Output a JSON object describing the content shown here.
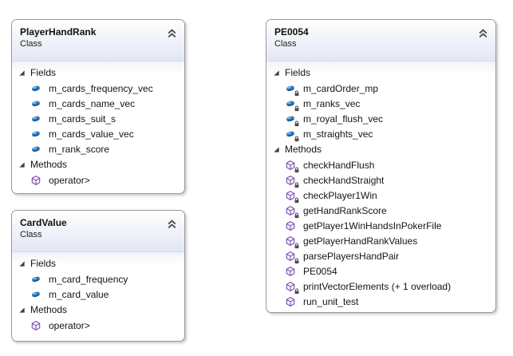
{
  "diagram": {
    "kind": "class-diagram",
    "colors": {
      "box_border": "#9a9a9a",
      "header_gradient_end": "#e2e7f4",
      "field_icon_blue": "#155a9e",
      "method_icon_purple": "#7442ac",
      "lock_gray": "#4f4f4f",
      "text": "#141414"
    },
    "classes": [
      {
        "title": "PlayerHandRank",
        "subtitle": "Class",
        "collapse_icon": "collapse-chevron-icon",
        "sections": [
          {
            "label": "Fields",
            "items": [
              {
                "label": "m_cards_frequency_vec",
                "kind": "field",
                "private": false
              },
              {
                "label": "m_cards_name_vec",
                "kind": "field",
                "private": false
              },
              {
                "label": "m_cards_suit_s",
                "kind": "field",
                "private": false
              },
              {
                "label": "m_cards_value_vec",
                "kind": "field",
                "private": false
              },
              {
                "label": "m_rank_score",
                "kind": "field",
                "private": false
              }
            ]
          },
          {
            "label": "Methods",
            "items": [
              {
                "label": "operator>",
                "kind": "method",
                "private": false
              }
            ]
          }
        ]
      },
      {
        "title": "CardValue",
        "subtitle": "Class",
        "collapse_icon": "collapse-chevron-icon",
        "sections": [
          {
            "label": "Fields",
            "items": [
              {
                "label": "m_card_frequency",
                "kind": "field",
                "private": false
              },
              {
                "label": "m_card_value",
                "kind": "field",
                "private": false
              }
            ]
          },
          {
            "label": "Methods",
            "items": [
              {
                "label": "operator>",
                "kind": "method",
                "private": false
              }
            ]
          }
        ]
      },
      {
        "title": "PE0054",
        "subtitle": "Class",
        "collapse_icon": "collapse-chevron-icon",
        "sections": [
          {
            "label": "Fields",
            "items": [
              {
                "label": "m_cardOrder_mp",
                "kind": "field",
                "private": true
              },
              {
                "label": "m_ranks_vec",
                "kind": "field",
                "private": true
              },
              {
                "label": "m_royal_flush_vec",
                "kind": "field",
                "private": true
              },
              {
                "label": "m_straights_vec",
                "kind": "field",
                "private": true
              }
            ]
          },
          {
            "label": "Methods",
            "items": [
              {
                "label": "checkHandFlush",
                "kind": "method",
                "private": true
              },
              {
                "label": "checkHandStraight",
                "kind": "method",
                "private": true
              },
              {
                "label": "checkPlayer1Win",
                "kind": "method",
                "private": true
              },
              {
                "label": "getHandRankScore",
                "kind": "method",
                "private": true
              },
              {
                "label": "getPlayer1WinHandsInPokerFile",
                "kind": "method",
                "private": false
              },
              {
                "label": "getPlayerHandRankValues",
                "kind": "method",
                "private": true
              },
              {
                "label": "parsePlayersHandPair",
                "kind": "method",
                "private": true
              },
              {
                "label": "PE0054",
                "kind": "method",
                "private": false
              },
              {
                "label": "printVectorElements (+ 1 overload)",
                "kind": "method",
                "private": true
              },
              {
                "label": "run_unit_test",
                "kind": "method",
                "private": false
              }
            ]
          }
        ]
      }
    ]
  }
}
